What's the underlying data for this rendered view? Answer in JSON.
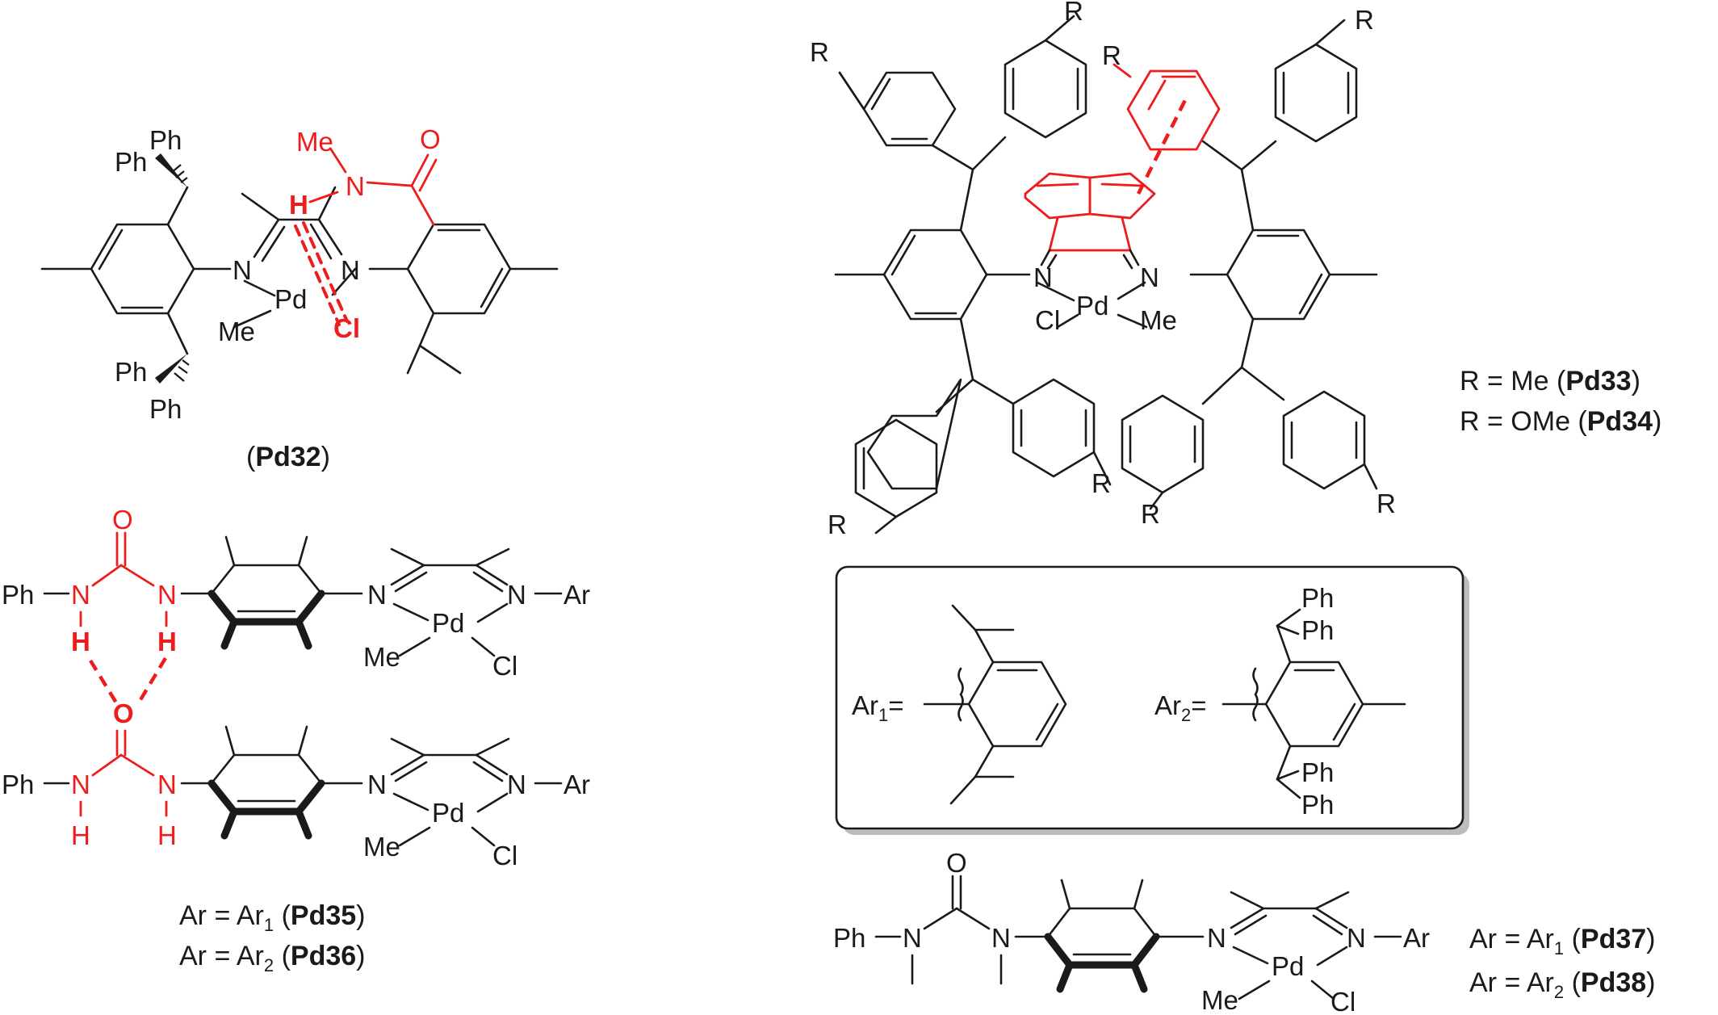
{
  "captions": {
    "pd32": [
      "(",
      "Pd32",
      ")"
    ],
    "pd33": [
      "R = Me (",
      "Pd33",
      ")"
    ],
    "pd34": [
      "R = OMe (",
      "Pd34",
      ")"
    ],
    "pd35": [
      "Ar = Ar",
      "1",
      " (",
      "Pd35",
      ")"
    ],
    "pd36": [
      "Ar = Ar",
      "2",
      " (",
      "Pd36",
      ")"
    ],
    "pd37": [
      "Ar = Ar",
      "1",
      " (",
      "Pd37",
      ")"
    ],
    "pd38": [
      "Ar = Ar",
      "2",
      " (",
      "Pd38",
      ")"
    ]
  },
  "atoms": {
    "pd": "Pd",
    "n": "N",
    "me": "Me",
    "cl": "Cl",
    "ph": "Ph",
    "h": "H",
    "o": "O",
    "r": "R",
    "ar": "Ar",
    "ar_prefix": "Ar",
    "ar1_sub": "1",
    "ar2_sub": "2",
    "eq": "="
  },
  "colors": {
    "ink": "#1a1a1a",
    "highlight": "#ee1c1c",
    "box_shadow": "#bcbcbc"
  }
}
